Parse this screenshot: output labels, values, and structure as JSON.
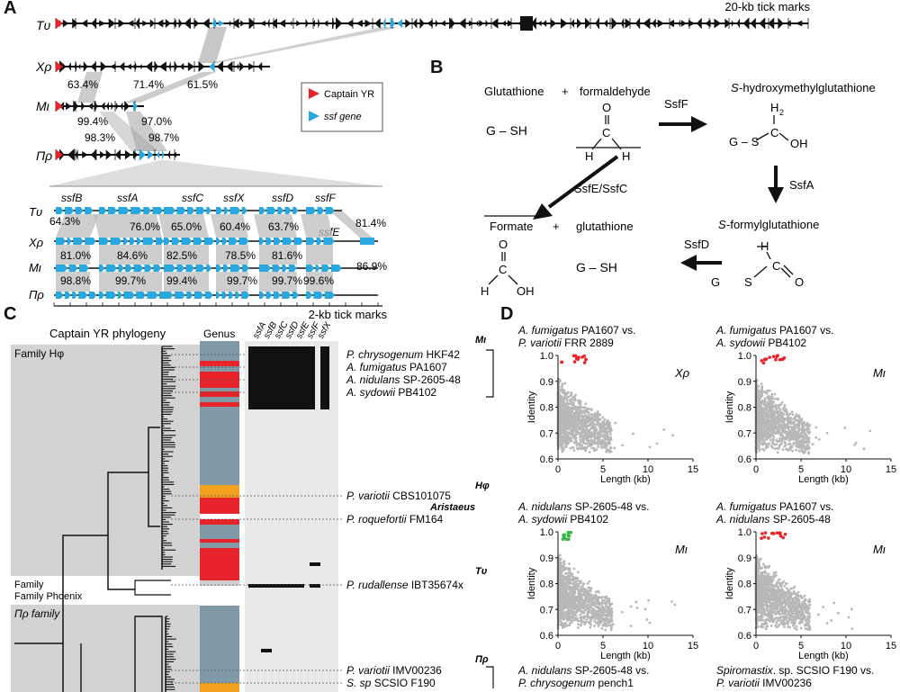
{
  "panel_labels": {
    "a": "A",
    "b": "B",
    "c": "C",
    "d": "D"
  },
  "panel_a": {
    "tick_label_top": "20-kb tick marks",
    "tick_label_bottom": "2-kb tick marks",
    "tracks": [
      "Tυ",
      "Xρ",
      "Mι",
      "Πρ"
    ],
    "identities_top": [
      "63.4%",
      "71.4%",
      "61.5%",
      "99.4%",
      "97.0%",
      "98.3%",
      "98.7%"
    ],
    "legend": {
      "captain": "Captain YR",
      "ssf": "ssf gene"
    },
    "genes": [
      "ssfB",
      "ssfA",
      "ssfC",
      "ssfX",
      "ssfD",
      "ssfF",
      "ssfE"
    ],
    "zoom_rows": [
      "Tυ",
      "Xρ",
      "Mι",
      "Πρ"
    ],
    "zoom_ids_row1": [
      "64.3%",
      "76.0%",
      "65.0%",
      "60.4%",
      "63.7%",
      "81.4%"
    ],
    "zoom_ids_row2": [
      "81.0%",
      "84.6%",
      "82.5%",
      "78.5%",
      "81.6%",
      "86.9%"
    ],
    "zoom_ids_row3": [
      "98.8%",
      "99.7%",
      "99.4%",
      "99.7%",
      "99.7%",
      "99.6%"
    ],
    "colors": {
      "captain": "#e8232a",
      "ssf": "#29a8e0"
    }
  },
  "panel_b": {
    "glutathione": "Glutathione",
    "plus": "+",
    "formaldehyde": "formaldehyde",
    "gsh": "G – SH",
    "ssfF": "SsfF",
    "hmg_prefix": "S",
    "hmg_rest": "-hydroxymethylglutathione",
    "ssfA": "SsfA",
    "fg_prefix": "S",
    "fg_rest": "-formylglutathione",
    "ssfD": "SsfD",
    "ssfEC": "SsfE/SsfC",
    "formate": "Formate",
    "glutathione2": "glutathione",
    "gsh2": "G – SH",
    "atoms": {
      "O": "O",
      "C": "C",
      "H": "H",
      "OH": "OH",
      "G": "G",
      "S": "S",
      "H2": "H",
      "sub2": "2",
      "GS": "G – S"
    }
  },
  "panel_c": {
    "title": "Captain YR phylogeny",
    "genus": "Genus",
    "gene_cols": [
      "ssfA",
      "ssfB",
      "ssfC",
      "ssfD",
      "ssfE",
      "ssfF",
      "ssfX"
    ],
    "families": [
      "Family Hφ",
      "Family Phoenix",
      "Πρ family"
    ],
    "bracket_labels": [
      "Mι",
      "Hφ",
      "Aristaeus",
      "Tυ",
      "Πρ"
    ],
    "species": [
      {
        "genus": "P. chrysogenum",
        "strain": "HKF42"
      },
      {
        "genus": "A. fumigatus",
        "strain": "PA1607"
      },
      {
        "genus": "A. nidulans",
        "strain": "SP-2605-48"
      },
      {
        "genus": "A. sydowii",
        "strain": "PB4102"
      },
      {
        "genus": "P. variotii",
        "strain": "CBS101075"
      },
      {
        "genus": "P. roquefortii",
        "strain": "FM164"
      },
      {
        "genus": "P. rudallense",
        "strain": "IBT35674x"
      },
      {
        "genus": "P. variotii",
        "strain": "IMV00236"
      },
      {
        "genus": "S. sp",
        "strain": "SCSIO F190"
      }
    ],
    "colors": {
      "bg": "#d3d3d3",
      "genus_grey": "#7f9aa6",
      "red": "#e8232a",
      "orange": "#f4a020"
    }
  },
  "panel_d": {
    "ylabel": "Identity",
    "xlabel": "Length (kb)",
    "yticks": [
      "0.6",
      "0.7",
      "0.8",
      "0.9",
      "1.0"
    ],
    "xticks": [
      "0",
      "5",
      "10",
      "15"
    ],
    "plots": [
      {
        "title1g": "A. fumigatus",
        "title1s": " PA1607 vs.",
        "title2g": "P. variotii",
        "title2s": " FRR 2889",
        "tag": "Xρ",
        "hl": "#e8232a"
      },
      {
        "title1g": "A. fumigatus",
        "title1s": " PA1607 vs.",
        "title2g": "A. sydowii",
        "title2s": " PB4102",
        "tag": "Mι",
        "hl": "#e8232a"
      },
      {
        "title1g": "A. nidulans",
        "title1s": " SP-2605-48 vs.",
        "title2g": "A. sydowii",
        "title2s": " PB4102",
        "tag": "Mι",
        "hl": "#3db54a"
      },
      {
        "title1g": "A. fumigatus",
        "title1s": " PA1607 vs.",
        "title2g": "A. nidulans",
        "title2s": " SP-2605-48",
        "tag": "Mι",
        "hl": "#e8232a"
      }
    ],
    "bottom_titles": [
      {
        "l1g": "A. nidulans",
        "l1s": " SP-2605-48 vs.",
        "l2g": "P. chrysogenum",
        "l2s": " pench1"
      },
      {
        "l1g": "Spiromastix",
        "l1s": ". sp. SCSIO F190 vs.",
        "l2g": "P. variotii",
        "l2s": " IMV00236"
      }
    ]
  }
}
